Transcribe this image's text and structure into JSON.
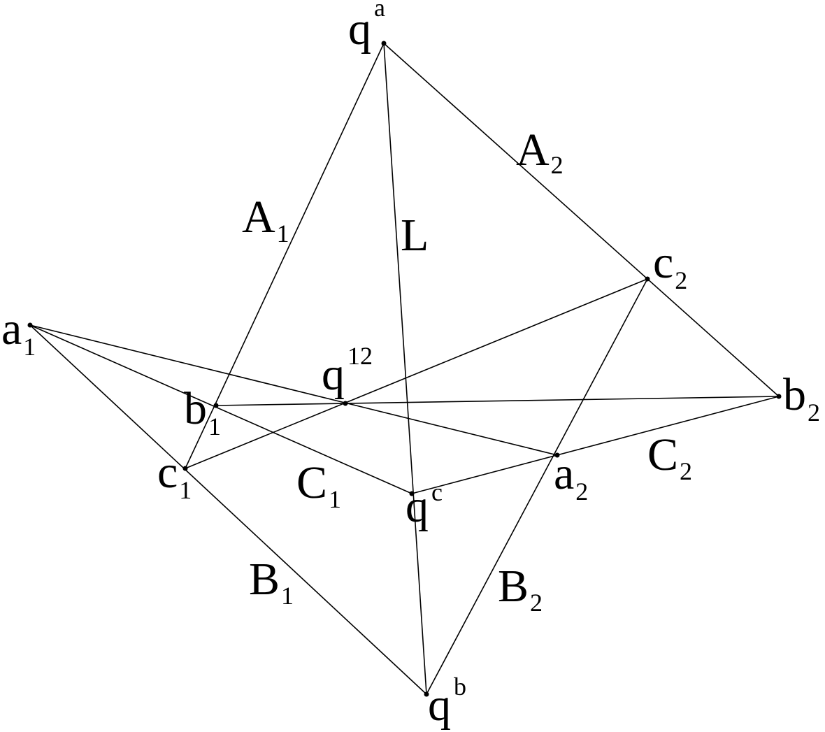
{
  "figure": {
    "points": [
      {
        "id": "qa",
        "base": "q",
        "sup": "a"
      },
      {
        "id": "c2",
        "base": "c",
        "sub": "2"
      },
      {
        "id": "a1",
        "base": "a",
        "sub": "1"
      },
      {
        "id": "b1",
        "base": "b",
        "sub": "1"
      },
      {
        "id": "q12",
        "base": "q",
        "sup": "12"
      },
      {
        "id": "b2",
        "base": "b",
        "sub": "2"
      },
      {
        "id": "a2",
        "base": "a",
        "sub": "2"
      },
      {
        "id": "c1",
        "base": "c",
        "sub": "1"
      },
      {
        "id": "qc",
        "base": "q",
        "sup": "c"
      },
      {
        "id": "qb",
        "base": "q",
        "sup": "b"
      }
    ],
    "line_labels": [
      {
        "id": "A1",
        "base": "A",
        "sub": "1"
      },
      {
        "id": "A2",
        "base": "A",
        "sub": "2"
      },
      {
        "id": "L",
        "base": "L"
      },
      {
        "id": "C1",
        "base": "C",
        "sub": "1"
      },
      {
        "id": "C2",
        "base": "C",
        "sub": "2"
      },
      {
        "id": "B1",
        "base": "B",
        "sub": "1"
      },
      {
        "id": "B2",
        "base": "B",
        "sub": "2"
      }
    ]
  }
}
